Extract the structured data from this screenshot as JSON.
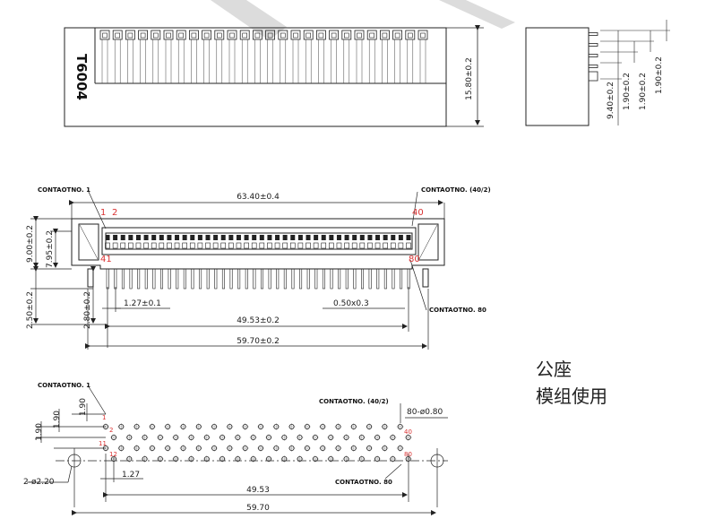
{
  "part_number": "T6004",
  "top_view": {
    "height_dim": "15.80±0.2",
    "tab_count": 26
  },
  "side_view": {
    "dims": [
      "9.40±0.2",
      "1.90±0.2",
      "1.90±0.2",
      "1.90±0.2"
    ]
  },
  "front_view": {
    "contact_1_label": "CONTAOTNO. 1",
    "contact_40_label": "CONTAOTNO. (40/2)",
    "contact_80_label": "CONTAOTNO. 80",
    "num_1": "1",
    "num_2": "2",
    "num_40": "40",
    "num_41": "41",
    "num_80": "80",
    "overall_width": "63.40±0.4",
    "height_1": "9.00±0.2",
    "height_2": "7.95±0.2",
    "pin_height_1": "2.50±0.2",
    "pin_height_2": "2.80±0.2",
    "pitch": "1.27±0.1",
    "pin_size": "0.50x0.3",
    "pin_span": "49.53±0.2",
    "mount_span": "59.70±0.2",
    "pin_count": 40
  },
  "footprint": {
    "contact_1_label": "CONTAOTNO. 1",
    "contact_40_label": "CONTAOTNO. (40/2)",
    "contact_80_label": "CONTAOTNO. 80",
    "hole_spec": "80-ø0.80",
    "mount_hole": "2-ø2.20",
    "row_pitch_1": "1.90",
    "row_pitch_2": "1.90",
    "row_pitch_3": "1.90",
    "pitch": "1.27",
    "pin_span": "49.53",
    "mount_span": "59.70",
    "num_1": "1",
    "num_2": "2",
    "num_11": "11",
    "num_12": "12",
    "num_40": "40",
    "num_80": "80"
  },
  "notes": {
    "line1": "公座",
    "line2": "模组使用"
  }
}
